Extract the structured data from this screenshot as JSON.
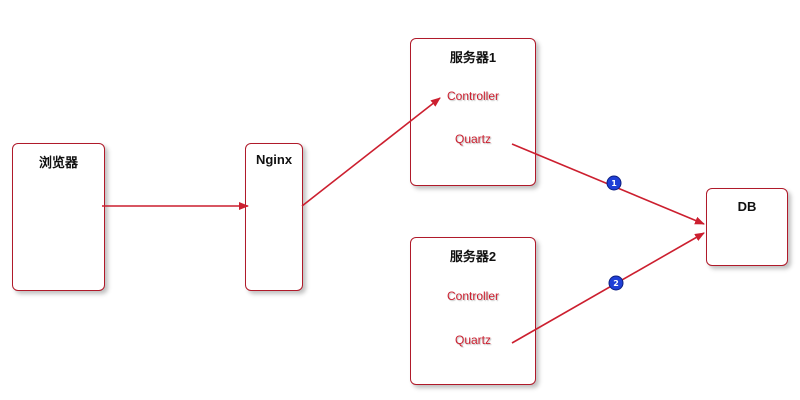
{
  "nodes": {
    "browser": {
      "title": "浏览器"
    },
    "nginx": {
      "title": "Nginx"
    },
    "server1": {
      "title": "服务器1",
      "controller": "Controller",
      "quartz": "Quartz"
    },
    "server2": {
      "title": "服务器2",
      "controller": "Controller",
      "quartz": "Quartz"
    },
    "db": {
      "title": "DB"
    }
  },
  "badges": {
    "one": "1",
    "two": "2"
  },
  "colors": {
    "border": "#b01a2a",
    "arrow": "#cc1f2f",
    "label_red": "#cc1f2f",
    "badge_fill": "#1f3fd6"
  }
}
